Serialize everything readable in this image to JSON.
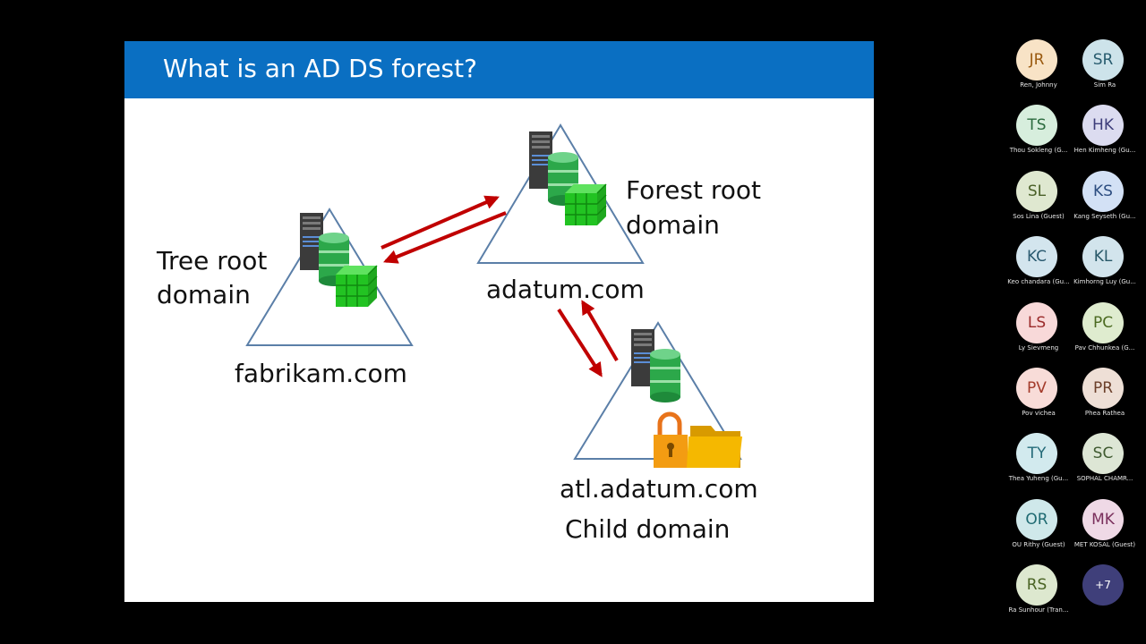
{
  "slide": {
    "title": "What is an AD DS forest?",
    "labels": {
      "tree_root": [
        "Tree root",
        "domain"
      ],
      "forest_root": [
        "Forest root",
        "domain"
      ],
      "fabrikam": "fabrikam.com",
      "adatum": "adatum.com",
      "atl": "atl.adatum.com",
      "child": "Child domain"
    },
    "colors": {
      "header": "#0a6fc2",
      "triangle": "#5b7fa8",
      "arrow": "#c00000",
      "db_green": "#2ca84a",
      "cube_green": "#22c322",
      "lock": "#f39c12",
      "folder": "#f5b800"
    }
  },
  "participants": [
    {
      "initials": "JR",
      "name": "Ren, Johnny",
      "bg": "#f8e3c6",
      "fg": "#9a5a10"
    },
    {
      "initials": "SR",
      "name": "Sim Ra",
      "bg": "#cde3ea",
      "fg": "#275b6e"
    },
    {
      "initials": "TS",
      "name": "Thou Sokleng (G...",
      "bg": "#d7eedd",
      "fg": "#2b6b3e"
    },
    {
      "initials": "HK",
      "name": "Hen Kimheng (Gu...",
      "bg": "#dcdcf0",
      "fg": "#3d3d7a"
    },
    {
      "initials": "SL",
      "name": "Sos Lina (Guest)",
      "bg": "#dfe8d0",
      "fg": "#4a6028"
    },
    {
      "initials": "KS",
      "name": "Kang Seyseth (Gu...",
      "bg": "#d3e1f5",
      "fg": "#2c4d80"
    },
    {
      "initials": "KC",
      "name": "Keo chandara (Gu...",
      "bg": "#d3e5ee",
      "fg": "#2a5a70"
    },
    {
      "initials": "KL",
      "name": "Kimhorng Luy (Gu...",
      "bg": "#d2e4ec",
      "fg": "#285868"
    },
    {
      "initials": "LS",
      "name": "Ly Sievmeng",
      "bg": "#f8d9d9",
      "fg": "#9a2a2a"
    },
    {
      "initials": "PC",
      "name": "Pav Chhunkea (G...",
      "bg": "#dfeccf",
      "fg": "#4b6a20"
    },
    {
      "initials": "PV",
      "name": "Pov vichea",
      "bg": "#f8dcd8",
      "fg": "#a33a2a"
    },
    {
      "initials": "PR",
      "name": "Phea Rathea",
      "bg": "#eedfd6",
      "fg": "#6b3f2a"
    },
    {
      "initials": "TY",
      "name": "Thea Yuheng (Gu...",
      "bg": "#d2eaee",
      "fg": "#236a78"
    },
    {
      "initials": "SC",
      "name": "SOPHAL CHAMR...",
      "bg": "#dde6d5",
      "fg": "#3f5a30"
    },
    {
      "initials": "OR",
      "name": "OU Rithy (Guest)",
      "bg": "#cfe8ea",
      "fg": "#1f6a72"
    },
    {
      "initials": "MK",
      "name": "MET KOSAL (Guest)",
      "bg": "#efd9e6",
      "fg": "#7a2f5c"
    },
    {
      "initials": "RS",
      "name": "Ra Sunhour (Tran...",
      "bg": "#dde8cf",
      "fg": "#4a6424"
    },
    {
      "initials": "+7",
      "name": "",
      "bg": "#3f3f7a",
      "fg": "#ffffff"
    }
  ]
}
